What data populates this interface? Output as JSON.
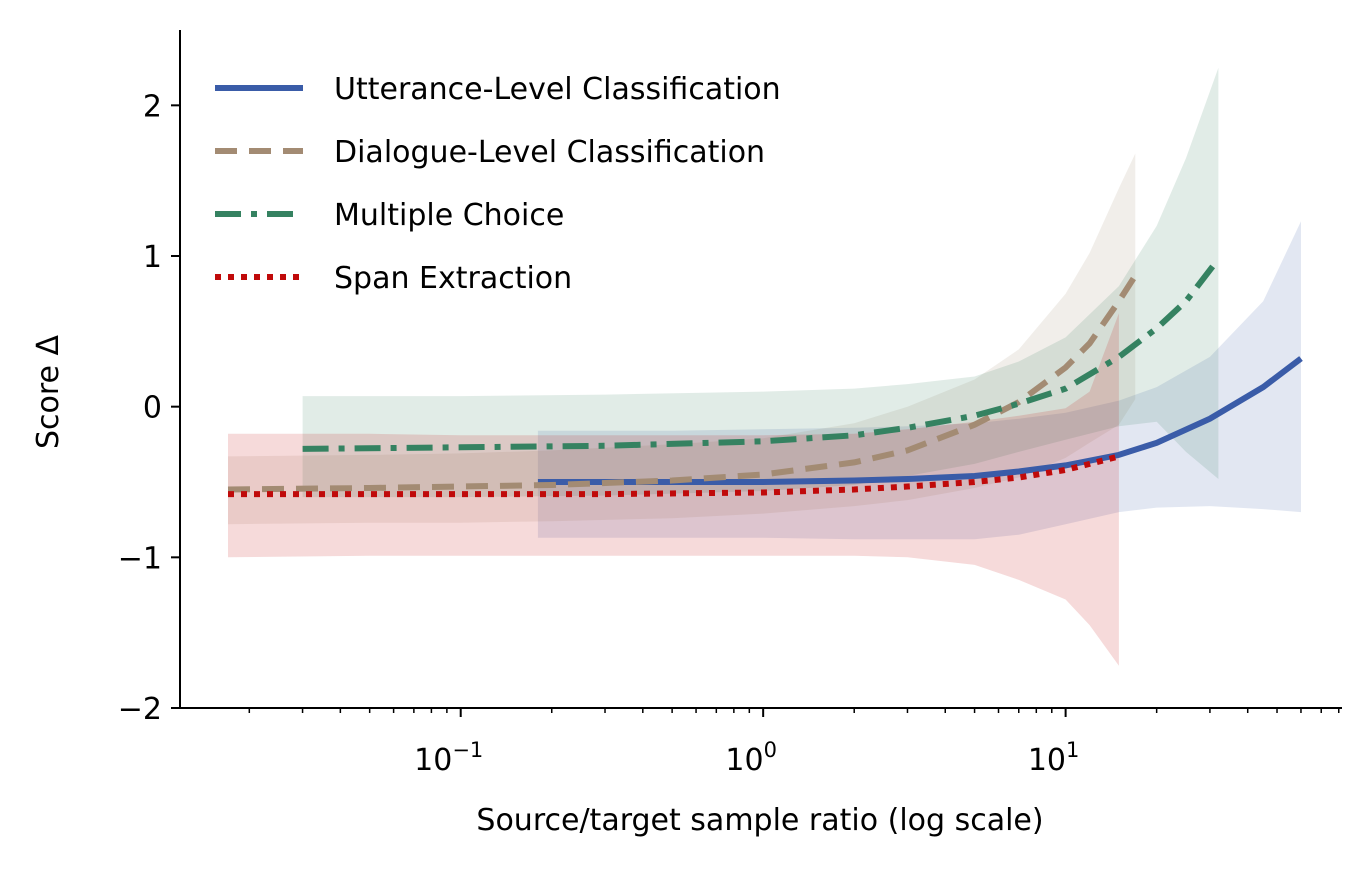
{
  "chart_data": {
    "type": "line",
    "title": "",
    "xlabel": "Source/target sample ratio (log scale)",
    "ylabel": "Score Δ",
    "xscale": "log",
    "xlim": [
      0.0118,
      82
    ],
    "ylim": [
      -2,
      2.5
    ],
    "x_ticks": [
      {
        "value": 0.1,
        "label_base": "10",
        "label_exp": "−1"
      },
      {
        "value": 1,
        "label_base": "10",
        "label_exp": "0"
      },
      {
        "value": 10,
        "label_base": "10",
        "label_exp": "1"
      }
    ],
    "y_ticks": [
      {
        "value": -2,
        "label": "−2"
      },
      {
        "value": -1,
        "label": "−1"
      },
      {
        "value": 0,
        "label": "0"
      },
      {
        "value": 1,
        "label": "1"
      },
      {
        "value": 2,
        "label": "2"
      }
    ],
    "grid": false,
    "legend_position": "top-left",
    "series": [
      {
        "name": "Utterance-Level Classification",
        "color": "#3a5ca8",
        "dash": "solid",
        "x": [
          0.18,
          0.3,
          0.5,
          1,
          2,
          3,
          5,
          7,
          10,
          15,
          20,
          30,
          45,
          60
        ],
        "y": [
          -0.5,
          -0.5,
          -0.5,
          -0.5,
          -0.49,
          -0.48,
          -0.46,
          -0.43,
          -0.39,
          -0.32,
          -0.24,
          -0.08,
          0.13,
          0.32
        ],
        "band_upper": [
          -0.16,
          -0.16,
          -0.16,
          -0.15,
          -0.14,
          -0.13,
          -0.11,
          -0.08,
          -0.04,
          0.04,
          0.13,
          0.33,
          0.7,
          1.23
        ],
        "band_lower": [
          -0.87,
          -0.87,
          -0.87,
          -0.87,
          -0.88,
          -0.88,
          -0.88,
          -0.85,
          -0.78,
          -0.7,
          -0.67,
          -0.66,
          -0.68,
          -0.7
        ]
      },
      {
        "name": "Dialogue-Level Classification",
        "color": "#a38b73",
        "dash": "dashed",
        "x": [
          0.017,
          0.05,
          0.1,
          0.2,
          0.5,
          1,
          2,
          3,
          5,
          7,
          10,
          12,
          15,
          17
        ],
        "y": [
          -0.55,
          -0.54,
          -0.53,
          -0.52,
          -0.49,
          -0.45,
          -0.37,
          -0.29,
          -0.12,
          0.03,
          0.26,
          0.42,
          0.7,
          0.87
        ],
        "band_upper": [
          -0.33,
          -0.32,
          -0.31,
          -0.29,
          -0.25,
          -0.21,
          -0.11,
          0.0,
          0.18,
          0.38,
          0.75,
          1.02,
          1.45,
          1.68
        ],
        "band_lower": [
          -0.78,
          -0.77,
          -0.77,
          -0.76,
          -0.74,
          -0.71,
          -0.66,
          -0.62,
          -0.54,
          -0.47,
          -0.34,
          -0.24,
          -0.12,
          0.05
        ]
      },
      {
        "name": "Multiple Choice",
        "color": "#358261",
        "dash": "dashdot",
        "x": [
          0.03,
          0.1,
          0.3,
          1,
          2,
          3,
          5,
          7,
          10,
          15,
          20,
          25,
          32
        ],
        "y": [
          -0.28,
          -0.27,
          -0.26,
          -0.23,
          -0.19,
          -0.14,
          -0.06,
          0.02,
          0.12,
          0.33,
          0.52,
          0.7,
          0.98
        ],
        "band_upper": [
          0.07,
          0.07,
          0.08,
          0.1,
          0.12,
          0.15,
          0.2,
          0.3,
          0.46,
          0.8,
          1.2,
          1.65,
          2.25
        ],
        "band_lower": [
          -0.6,
          -0.6,
          -0.59,
          -0.56,
          -0.52,
          -0.46,
          -0.38,
          -0.3,
          -0.22,
          -0.13,
          -0.1,
          -0.3,
          -0.48
        ]
      },
      {
        "name": "Span Extraction",
        "color": "#c00a0a",
        "dash": "dotted",
        "x": [
          0.017,
          0.05,
          0.1,
          0.3,
          1,
          2,
          3,
          5,
          7,
          10,
          12,
          15
        ],
        "y": [
          -0.58,
          -0.58,
          -0.58,
          -0.58,
          -0.57,
          -0.55,
          -0.53,
          -0.5,
          -0.47,
          -0.42,
          -0.38,
          -0.33
        ],
        "band_upper": [
          -0.18,
          -0.18,
          -0.19,
          -0.19,
          -0.19,
          -0.18,
          -0.15,
          -0.1,
          -0.06,
          -0.01,
          0.1,
          0.62
        ],
        "band_lower": [
          -1.0,
          -0.99,
          -0.99,
          -0.99,
          -0.99,
          -0.99,
          -1.0,
          -1.05,
          -1.15,
          -1.28,
          -1.45,
          -1.72
        ]
      }
    ]
  }
}
